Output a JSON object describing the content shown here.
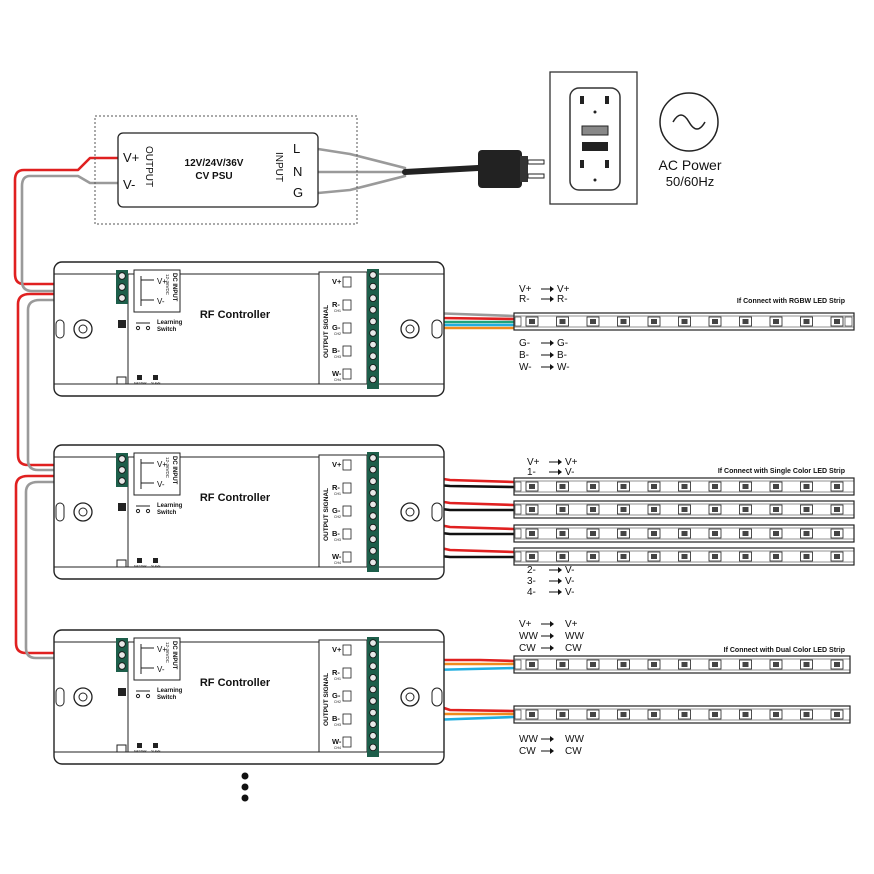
{
  "psu": {
    "title_line1": "12V/24V/36V",
    "title_line2": "CV PSU",
    "output_label": "OUTPUT",
    "input_label": "INPUT",
    "v_plus": "V+",
    "v_minus": "V-",
    "l": "L",
    "n": "N",
    "g": "G"
  },
  "ac_power": {
    "line1": "AC Power",
    "line2": "50/60Hz"
  },
  "controller": {
    "title": "RF Controller",
    "dc_input": "DC INPUT",
    "dc_input_sub": "12-36VDC",
    "learning_line1": "Learning",
    "learning_line2": "Switch",
    "output_signal": "OUTPUT SIGNAL",
    "vp": "V+",
    "vm": "V-",
    "in_plus": "+",
    "ch_r": "R-",
    "ch_g": "G-",
    "ch_b": "B-",
    "ch_w": "W-",
    "ch_sub1": "CH1",
    "ch_sub2": "CH2",
    "ch_sub3": "CH3",
    "ch_sub4": "CH4",
    "led_master": "MASTER",
    "led_slave": "SLAVE"
  },
  "rgbw": {
    "title": "If Connect with RGBW LED Strip",
    "map": [
      [
        "V+",
        "V+"
      ],
      [
        "R-",
        "R-"
      ],
      [
        "G-",
        "G-"
      ],
      [
        "B-",
        "B-"
      ],
      [
        "W-",
        "W-"
      ]
    ]
  },
  "single": {
    "title": "If Connect with Single Color LED Strip",
    "map": [
      [
        "V+",
        "V+"
      ],
      [
        "1-",
        "V-"
      ],
      [
        "2-",
        "V-"
      ],
      [
        "3-",
        "V-"
      ],
      [
        "4-",
        "V-"
      ]
    ]
  },
  "dual": {
    "title": "If Connect with Dual Color LED Strip",
    "map": [
      [
        "V+",
        "V+"
      ],
      [
        "WW",
        "WW"
      ],
      [
        "CW",
        "CW"
      ],
      [
        "WW",
        "WW"
      ],
      [
        "CW",
        "CW"
      ]
    ]
  },
  "colors": {
    "red": "#e02020",
    "gray": "#9a9a9a",
    "green": "#1fa37a",
    "blue": "#21aee0",
    "orange": "#f08a1c",
    "black": "#111111",
    "terminal": "#1d5e4a"
  }
}
